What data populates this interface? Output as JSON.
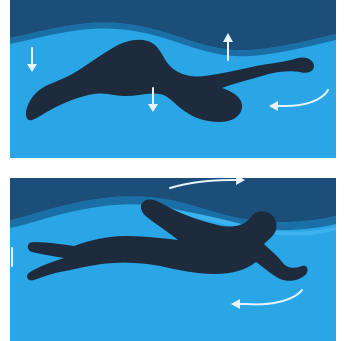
{
  "figure": {
    "panels": [
      {
        "name": "top-panel",
        "arrows": [
          "down",
          "up",
          "down",
          "left-curve"
        ]
      },
      {
        "name": "bottom-panel",
        "arrows": [
          "right-curve",
          "left-curve",
          "small-left-marker"
        ]
      }
    ],
    "colors": {
      "water": "#2aa6e6",
      "deep_water": "#1b4f7a",
      "mid_water": "#1a6fa6",
      "swimmer": "#1d2b3c",
      "arrow": "#e8f4fb"
    }
  }
}
